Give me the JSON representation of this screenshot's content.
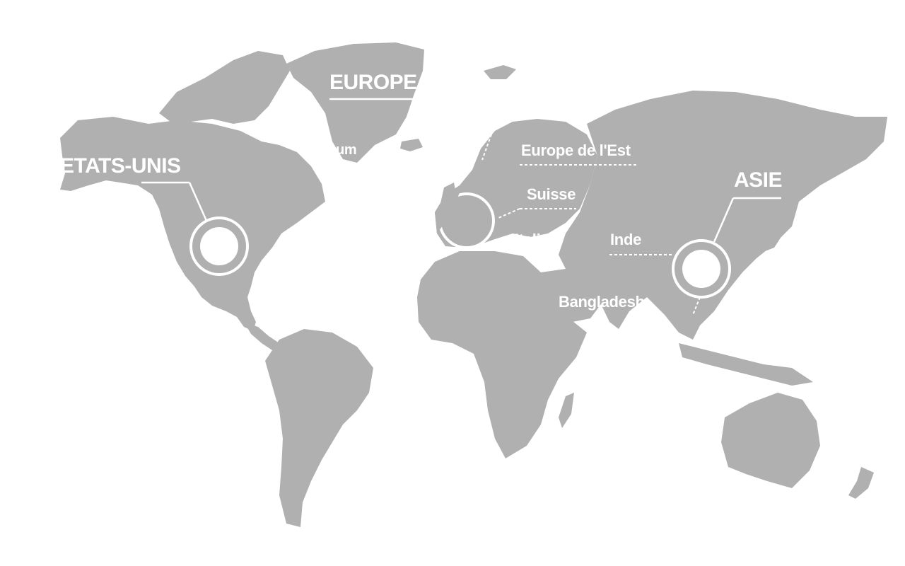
{
  "map": {
    "colors": {
      "land": "#b0b0b0",
      "background": "#ffffff",
      "labels": "#ffffff"
    },
    "regions": {
      "europe": "EUROPE",
      "usa": "ETATS-UNIS",
      "asia": "ASIE"
    },
    "countries": {
      "eastern_europe": "Europe de l'Est",
      "switzerland": "Suisse",
      "italy": "Italie",
      "india": "Inde",
      "bangladesh": "Bangladesh",
      "partial_label": "um"
    }
  }
}
